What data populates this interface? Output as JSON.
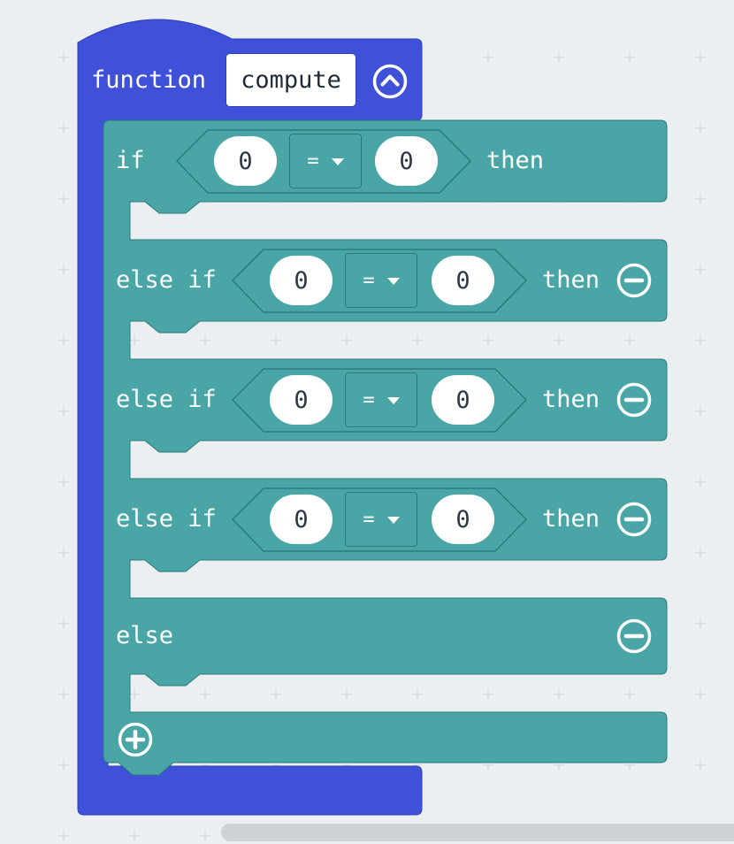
{
  "colors": {
    "workspace": "#eceff1",
    "function_block": "#3f51d8",
    "logic_block": "#4aa6a6",
    "logic_border": "#2c7a7a"
  },
  "function": {
    "keyword": "function",
    "name": "compute",
    "collapse_icon": "chevron-up-circle-icon"
  },
  "if_block": {
    "if_keyword": "if",
    "then_keyword": "then",
    "condition": {
      "left": "0",
      "operator": "=",
      "right": "0"
    },
    "else_if_branches": [
      {
        "keyword": "else if",
        "left": "0",
        "operator": "=",
        "right": "0",
        "then": "then",
        "remove_icon": "minus-circle-icon"
      },
      {
        "keyword": "else if",
        "left": "0",
        "operator": "=",
        "right": "0",
        "then": "then",
        "remove_icon": "minus-circle-icon"
      },
      {
        "keyword": "else if",
        "left": "0",
        "operator": "=",
        "right": "0",
        "then": "then",
        "remove_icon": "minus-circle-icon"
      }
    ],
    "else_keyword": "else",
    "else_remove_icon": "minus-circle-icon",
    "add_icon": "plus-circle-icon"
  }
}
